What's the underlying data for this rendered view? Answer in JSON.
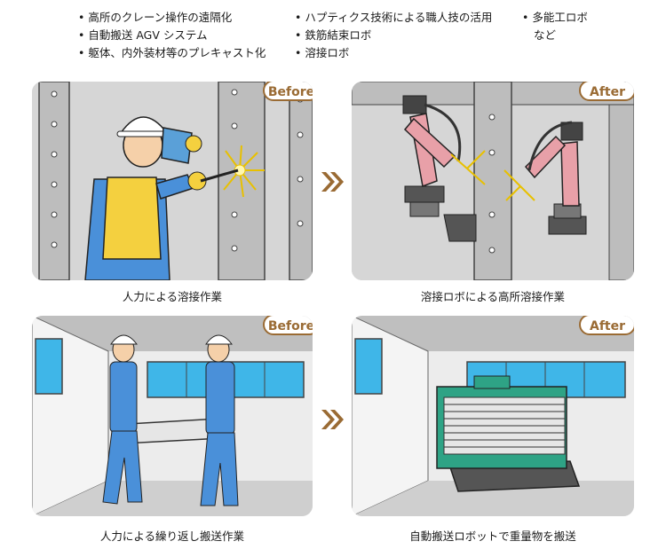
{
  "bullets": {
    "col1": [
      "高所のクレーン操作の遠隔化",
      "自動搬送 AGV システム",
      "躯体、内外装材等のプレキャスト化"
    ],
    "col2": [
      "ハプティクス技術による職人技の活用",
      "鉄筋結束ロボ",
      "溶接ロボ"
    ],
    "col3": [
      "多能工ロボ",
      "など"
    ]
  },
  "badges": {
    "before": "Before",
    "after": "After"
  },
  "captions": {
    "top_left": "人力による溶接作業",
    "top_right": "溶接ロボによる高所溶接作業",
    "bottom_left": "人力による繰り返し搬送作業",
    "bottom_right": "自動搬送ロボットで重量物を搬送"
  },
  "colors": {
    "badge_accent": "#9a6b34",
    "arrow": "#9a6b34",
    "panel_background": "#d9d9d9",
    "worker_blue": "#4a90d9",
    "helmet": "#ffffff",
    "vest_yellow": "#f4d03f",
    "robot_pink": "#e8a0a8",
    "agv_green": "#2ea385",
    "window_blue": "#3fb6e8"
  },
  "icons": [
    "chevron-double-right-icon",
    "chevron-double-right-icon"
  ]
}
